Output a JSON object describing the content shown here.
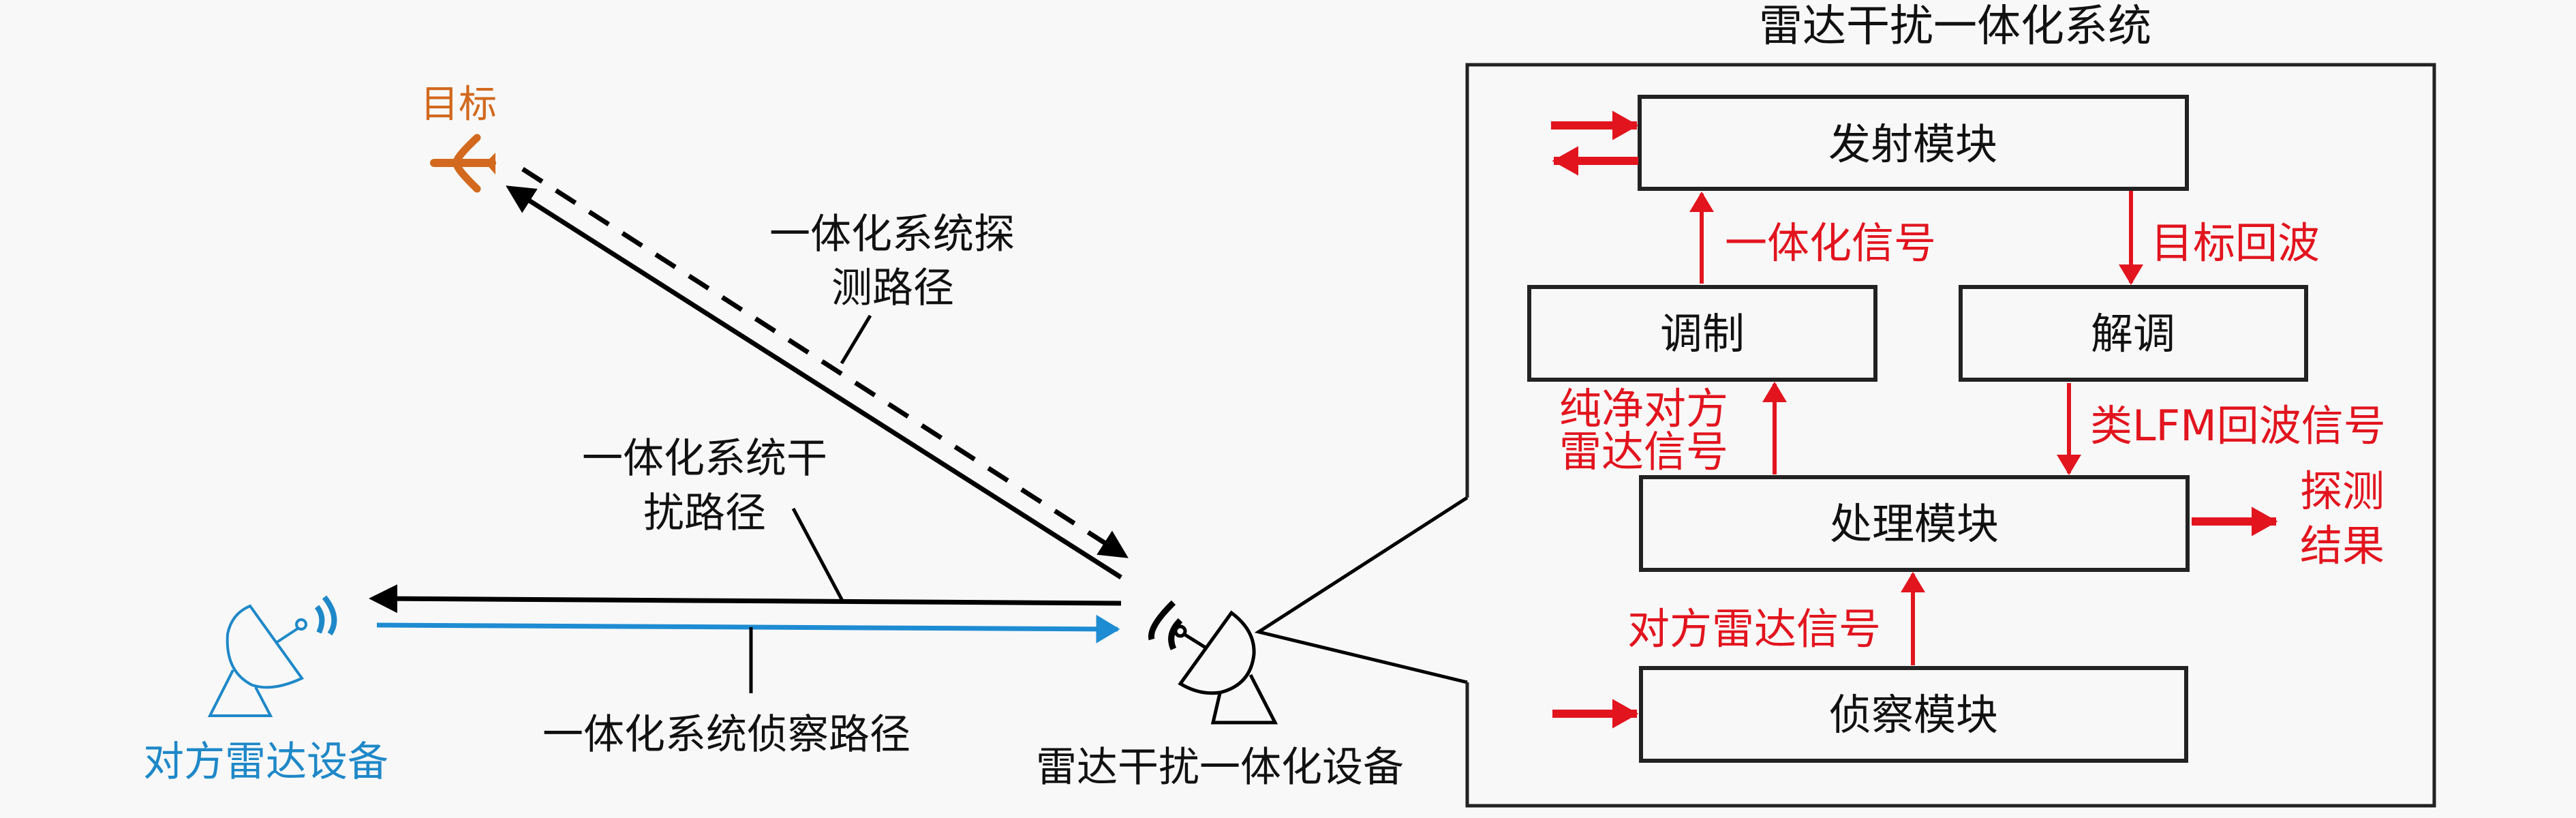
{
  "colors": {
    "background": "#f8f8f8",
    "black": "#000000",
    "signal_red": "#e2141e",
    "recon_blue": "#1e8cd2",
    "enemy_radar_blue": "#1e88c8",
    "target_orange": "#d2691e"
  },
  "scene": {
    "target": {
      "label": "目标",
      "icon": "airplane-icon"
    },
    "enemy_radar": {
      "label": "对方雷达设备",
      "icon": "radar-dish-icon"
    },
    "integrated_device": {
      "label": "雷达干扰一体化设备",
      "icon": "radar-dish-icon"
    },
    "paths": {
      "detection": {
        "line1": "一体化系统探",
        "line2": "测路径",
        "style": "solid-and-dashed"
      },
      "interference": {
        "line1": "一体化系统干",
        "line2": "扰路径",
        "style": "solid"
      },
      "reconnaissance": {
        "label": "一体化系统侦察路径",
        "style": "blue"
      }
    }
  },
  "system": {
    "title": "雷达干扰一体化系统",
    "modules": {
      "transmit": "发射模块",
      "modulation": "调制",
      "demodulation": "解调",
      "processing": "处理模块",
      "reconnaissance": "侦察模块"
    },
    "signals": {
      "integrated_signal": "一体化信号",
      "target_echo": "目标回波",
      "clean_radar_line1": "纯净对方",
      "clean_radar_line2": "雷达信号",
      "lfm_echo": "类LFM回波信号",
      "enemy_radar_signal": "对方雷达信号",
      "detection_result_line1": "探测",
      "detection_result_line2": "结果"
    }
  }
}
